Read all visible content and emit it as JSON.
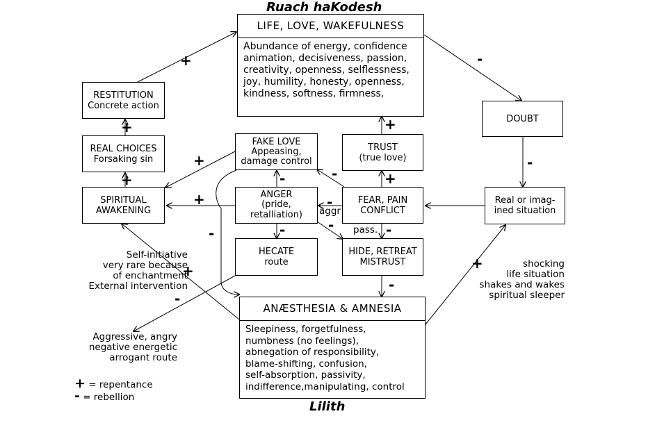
{
  "titles": {
    "top": "Ruach haKodesh",
    "bottom": "Lilith"
  },
  "life_box": {
    "header": "LIFE, LOVE, WAKEFULNESS",
    "lines": [
      "Abundance of energy, confidence",
      "animation, decisiveness, passion,",
      "creativity, openness, selflessness,",
      "joy, humility, honesty, openness,",
      "kindness, softness, firmness,"
    ]
  },
  "anaesthesia_box": {
    "header": "ANÆSTHESIA & AMNESIA",
    "lines": [
      "Sleepiness, forgetfulness,",
      "numbness (no feelings),",
      "abnegation of responsibility,",
      "blame-shifting, confusion,",
      "self-absorption, passivity,",
      "indifference,manipulating, control"
    ]
  },
  "boxes": {
    "restitution": [
      "RESTITUTION",
      "Concrete action"
    ],
    "real_choices": [
      "REAL CHOICES",
      "Forsaking sin"
    ],
    "spiritual_awakening": [
      "SPIRITUAL",
      "AWAKENING"
    ],
    "fake_love": [
      "FAKE LOVE",
      "Appeasing,",
      "damage control"
    ],
    "anger": [
      "ANGER",
      "(pride,",
      "retalliation)"
    ],
    "hecate": [
      "HECATE",
      "route"
    ],
    "trust": [
      "TRUST",
      "(true love)"
    ],
    "fear": [
      "FEAR, PAIN",
      "CONFLICT"
    ],
    "hide": [
      "HIDE, RETREAT",
      "MISTRUST"
    ],
    "doubt": [
      "DOUBT"
    ],
    "real_situation": [
      "Real or imag-",
      "ined situation"
    ]
  },
  "labels": {
    "aggr": "aggr",
    "pass": "pass.",
    "self_initiative": [
      "Self-initiative",
      "very rare because",
      "of enchantment",
      "External intervention"
    ],
    "aggressive": [
      "Aggressive, angry",
      "negative energetic",
      "arrogant route"
    ],
    "shocking": [
      "shocking",
      "life situation",
      "shakes and wakes",
      "spiritual sleeper"
    ]
  },
  "signs": {
    "plus": "+",
    "minus": "-"
  },
  "legend": [
    {
      "symbol": "+",
      "text": "= repentance"
    },
    {
      "symbol": "-",
      "text": "= rebellion"
    }
  ]
}
